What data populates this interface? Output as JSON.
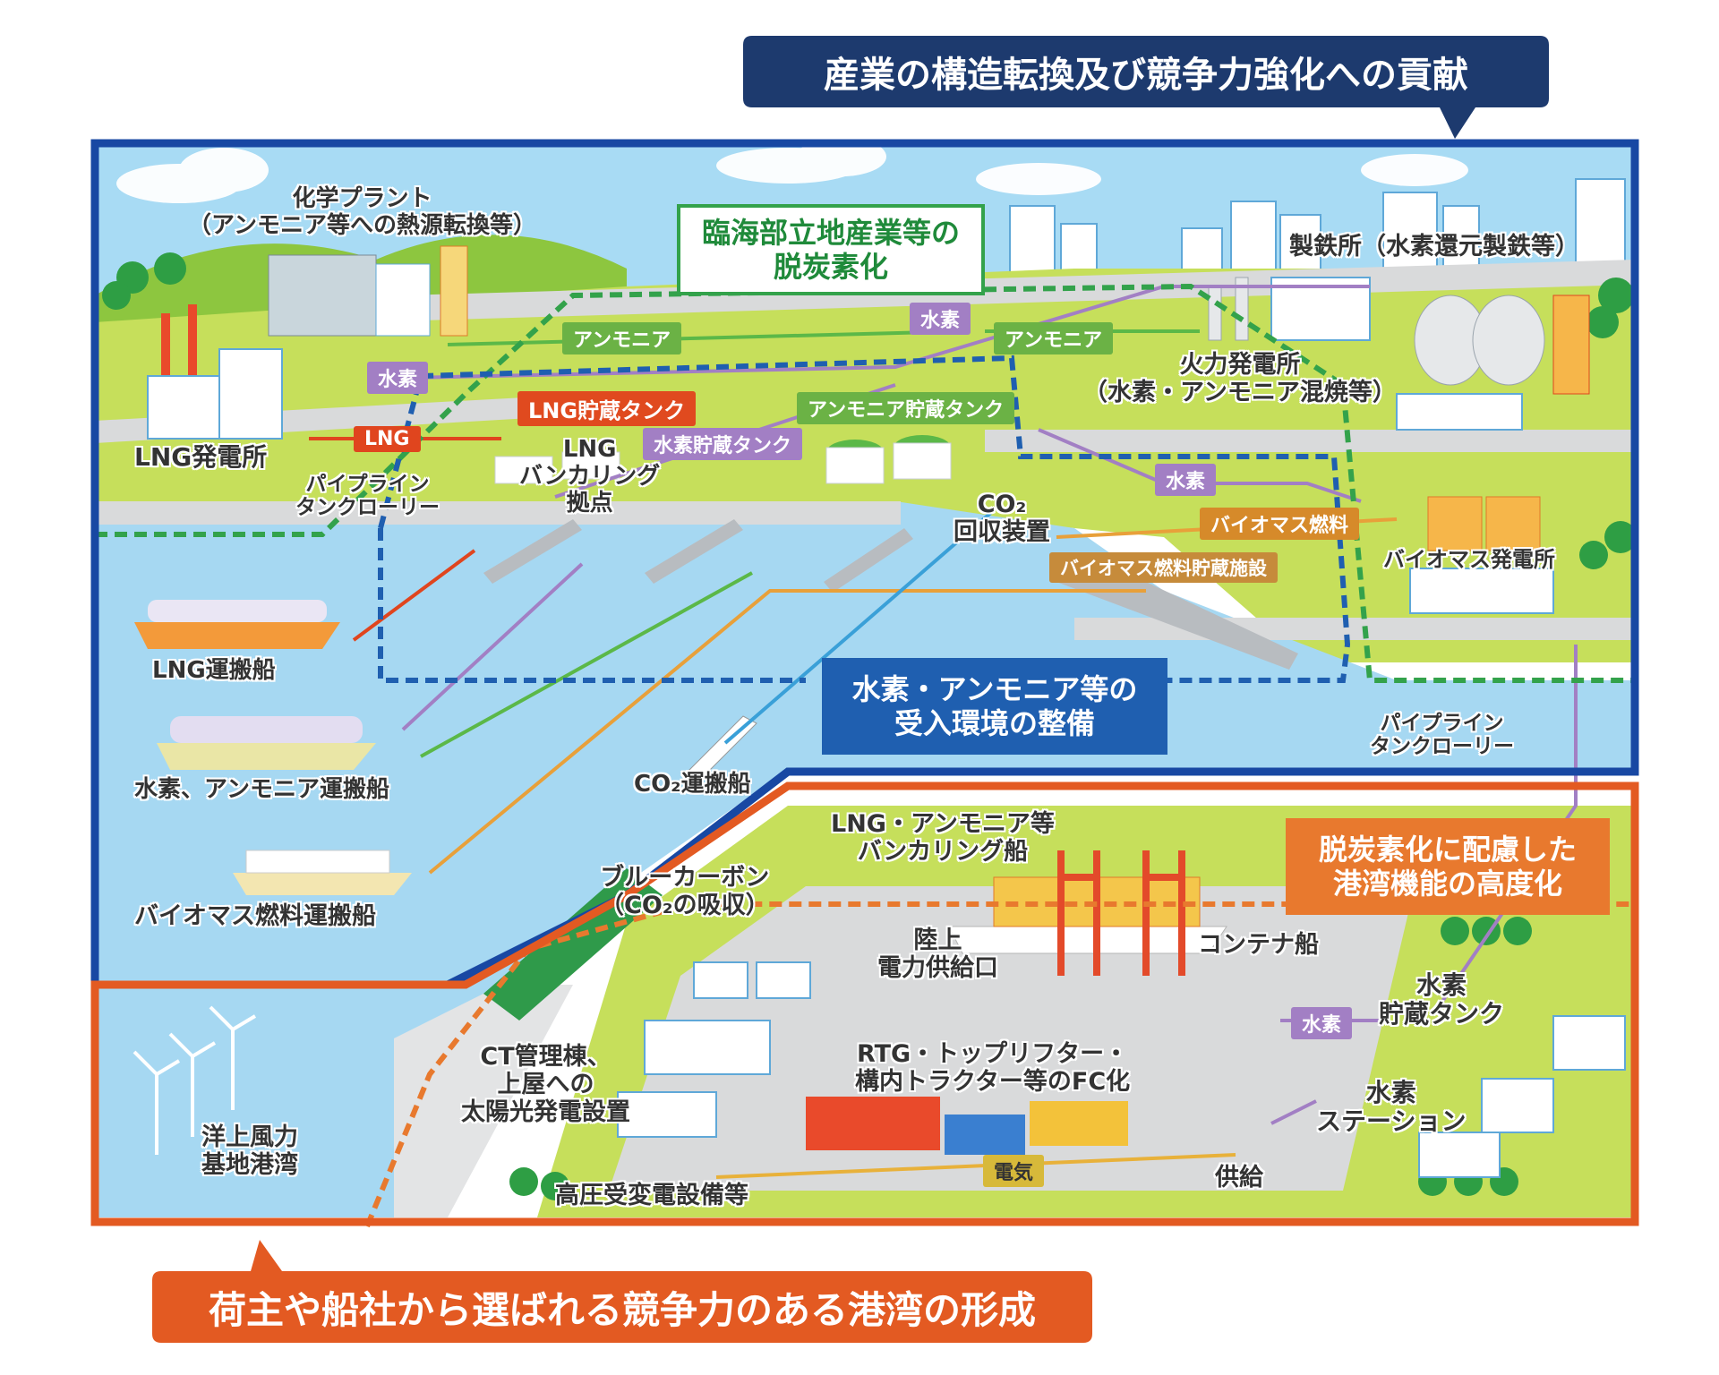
{
  "headers": {
    "top": "産業の構造転換及び競争力強化への貢献",
    "bottom": "荷主や船社から選ばれる競争力のある港湾の形成"
  },
  "section_boxes": {
    "decarbonize_line1": "臨海部立地産業等の",
    "decarbonize_line2": "脱炭素化",
    "receive_line1": "水素・アンモニア等の",
    "receive_line2": "受入環境の整備",
    "port_line1": "脱炭素化に配慮した",
    "port_line2": "港湾機能の高度化"
  },
  "facilities": {
    "chem_plant_1": "化学プラント",
    "chem_plant_2": "（アンモニア等への熱源転換等）",
    "steel_mill": "製鉄所（水素還元製鉄等）",
    "thermal_1": "火力発電所",
    "thermal_2": "（水素・アンモニア混焼等）",
    "lng_power": "LNG発電所",
    "pipeline_left_1": "パイプライン",
    "pipeline_left_2": "タンクローリー",
    "lng_base_1": "LNG",
    "lng_base_2": "バンカリング",
    "lng_base_3": "拠点",
    "co2_1": "CO₂",
    "co2_2": "回収装置",
    "biomass_power": "バイオマス発電所",
    "pipeline_right_1": "パイプライン",
    "pipeline_right_2": "タンクローリー",
    "lng_ship": "LNG運搬船",
    "h2_ship": "水素、アンモニア運搬船",
    "bio_ship": "バイオマス燃料運搬船",
    "co2_ship": "CO₂運搬船",
    "bunkering_1": "LNG・アンモニア等",
    "bunkering_2": "バンカリング船",
    "blue_carbon_1": "ブルーカーボン",
    "blue_carbon_2": "（CO₂の吸収）",
    "shore_power_1": "陸上",
    "shore_power_2": "電力供給口",
    "container_ship": "コンテナ船",
    "h2_tank_1": "水素",
    "h2_tank_2": "貯蔵タンク",
    "ct_1": "CT管理棟、",
    "ct_2": "上屋への",
    "ct_3": "太陽光発電設置",
    "rtg_1": "RTG・トップリフター・",
    "rtg_2": "構内トラクター等のFC化",
    "h2_station_1": "水素",
    "h2_station_2": "ステーション",
    "wind_1": "洋上風力",
    "wind_2": "基地港湾",
    "substation": "高圧受変電設備等",
    "supply": "供給"
  },
  "flow_tags": {
    "ammonia_left": "アンモニア",
    "hydrogen_mid": "水素",
    "ammonia_right": "アンモニア",
    "hydrogen_left": "水素",
    "lng_tank": "LNG貯蔵タンク",
    "lng_flow": "LNG",
    "h2_tank": "水素貯蔵タンク",
    "nh3_tank": "アンモニア貯蔵タンク",
    "hydrogen_right": "水素",
    "biomass_fuel": "バイオマス燃料",
    "biomass_storage": "バイオマス燃料貯蔵施設",
    "hydrogen_bottom": "水素",
    "electricity": "電気"
  },
  "colors": {
    "navy": "#1d3a6e",
    "blue_frame": "#1848a3",
    "orange_frame": "#e35a22",
    "sea": "#a6d8f2",
    "land": "#c9e35a",
    "road": "#d9dadb",
    "purple_flow": "#a27fc4",
    "green_flow": "#32a24a",
    "blue_flow": "#1f5fb0",
    "orange_flow": "#e8792e"
  }
}
